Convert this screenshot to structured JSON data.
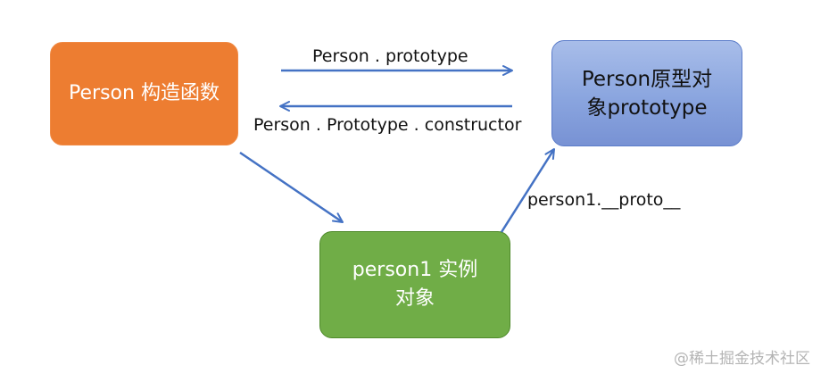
{
  "nodes": {
    "constructor": {
      "label": "Person 构造函数",
      "color": "#ed7d31"
    },
    "prototype": {
      "label": "Person原型对象prototype",
      "color": "#8ea9db"
    },
    "instance": {
      "label": "person1 实例对象",
      "color": "#70ad47"
    }
  },
  "edges": {
    "constructor_to_prototype": {
      "label": "Person . prototype",
      "from": "constructor",
      "to": "prototype"
    },
    "prototype_to_constructor": {
      "label": "Person . Prototype . constructor",
      "from": "prototype",
      "to": "constructor"
    },
    "constructor_to_instance": {
      "label": "",
      "from": "constructor",
      "to": "instance"
    },
    "instance_to_prototype": {
      "label": "person1.__proto__",
      "from": "instance",
      "to": "prototype"
    }
  },
  "arrow_color": "#4472c4",
  "watermark": "@稀土掘金技术社区"
}
